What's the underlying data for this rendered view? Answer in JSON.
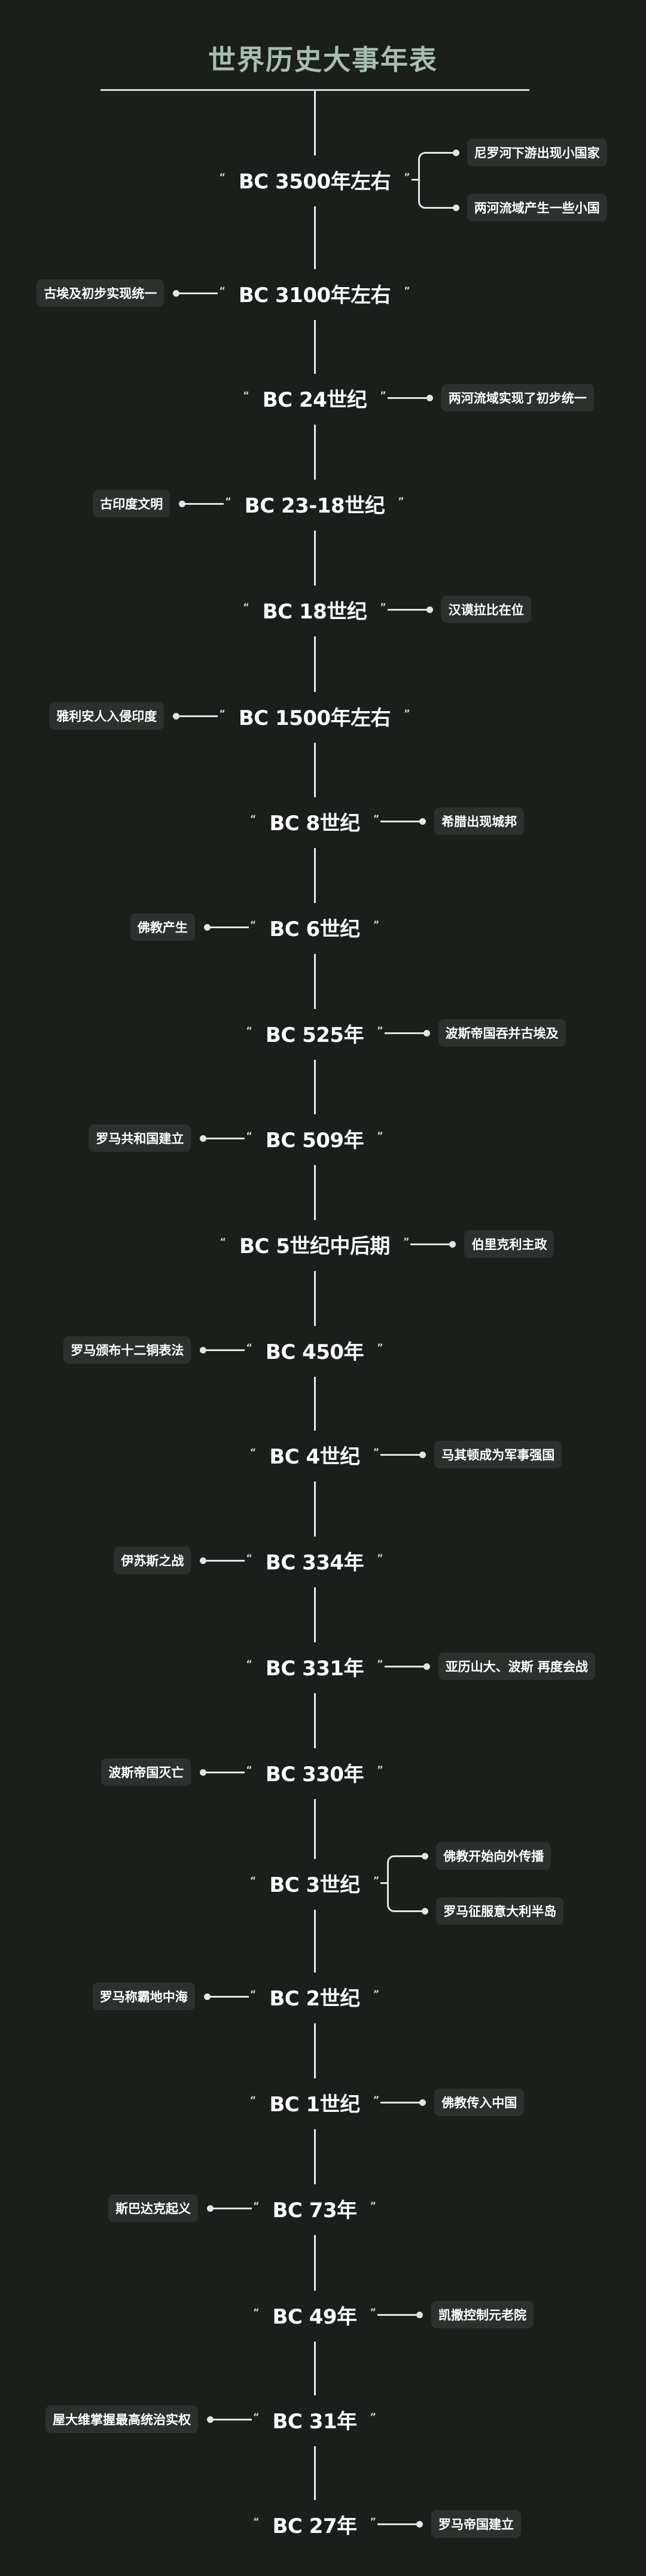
{
  "title": "世界历史大事年表",
  "colors": {
    "background": "#1a1f1b",
    "title": "#a9bdb1",
    "box": "#2b322d",
    "line": "#e2e6e3",
    "text": "#ffffff"
  },
  "events": [
    {
      "date": "BC 3500年左右",
      "side": "right",
      "items": [
        "尼罗河下游出现小国家",
        "两河流域产生一些小国"
      ]
    },
    {
      "date": "BC 3100年左右",
      "side": "left",
      "items": [
        "古埃及初步实现统一"
      ]
    },
    {
      "date": "BC 24世纪",
      "side": "right",
      "items": [
        "两河流域实现了初步统一"
      ]
    },
    {
      "date": "BC 23-18世纪",
      "side": "left",
      "items": [
        "古印度文明"
      ]
    },
    {
      "date": "BC 18世纪",
      "side": "right",
      "items": [
        "汉谟拉比在位"
      ]
    },
    {
      "date": "BC 1500年左右",
      "side": "left",
      "items": [
        "雅利安人入侵印度"
      ]
    },
    {
      "date": "BC 8世纪",
      "side": "right",
      "items": [
        "希腊出现城邦"
      ]
    },
    {
      "date": "BC 6世纪",
      "side": "left",
      "items": [
        "佛教产生"
      ]
    },
    {
      "date": "BC 525年",
      "side": "right",
      "items": [
        "波斯帝国吞并古埃及"
      ]
    },
    {
      "date": "BC 509年",
      "side": "left",
      "items": [
        "罗马共和国建立"
      ]
    },
    {
      "date": "BC  5世纪中后期",
      "side": "right",
      "items": [
        "伯里克利主政"
      ]
    },
    {
      "date": "BC 450年",
      "side": "left",
      "items": [
        "罗马颁布十二铜表法"
      ]
    },
    {
      "date": "BC 4世纪",
      "side": "right",
      "items": [
        "马其顿成为军事强国"
      ]
    },
    {
      "date": "BC 334年",
      "side": "left",
      "items": [
        "伊苏斯之战"
      ]
    },
    {
      "date": "BC 331年",
      "side": "right",
      "items": [
        "亚历山大、波斯 再度会战"
      ]
    },
    {
      "date": "BC 330年",
      "side": "left",
      "items": [
        "波斯帝国灭亡"
      ]
    },
    {
      "date": "BC 3世纪",
      "side": "right",
      "items": [
        "佛教开始向外传播",
        "罗马征服意大利半岛"
      ]
    },
    {
      "date": "BC 2世纪",
      "side": "left",
      "items": [
        "罗马称霸地中海"
      ]
    },
    {
      "date": "BC 1世纪",
      "side": "right",
      "items": [
        "佛教传入中国"
      ]
    },
    {
      "date": "BC 73年",
      "side": "left",
      "items": [
        "斯巴达克起义"
      ]
    },
    {
      "date": "BC 49年",
      "side": "right",
      "items": [
        "凯撒控制元老院"
      ]
    },
    {
      "date": "BC 31年",
      "side": "left",
      "items": [
        "屋大维掌握最高统治实权"
      ]
    },
    {
      "date": "BC 27年",
      "side": "right",
      "items": [
        "罗马帝国建立"
      ]
    }
  ],
  "quote_open": "“",
  "quote_close": "”"
}
